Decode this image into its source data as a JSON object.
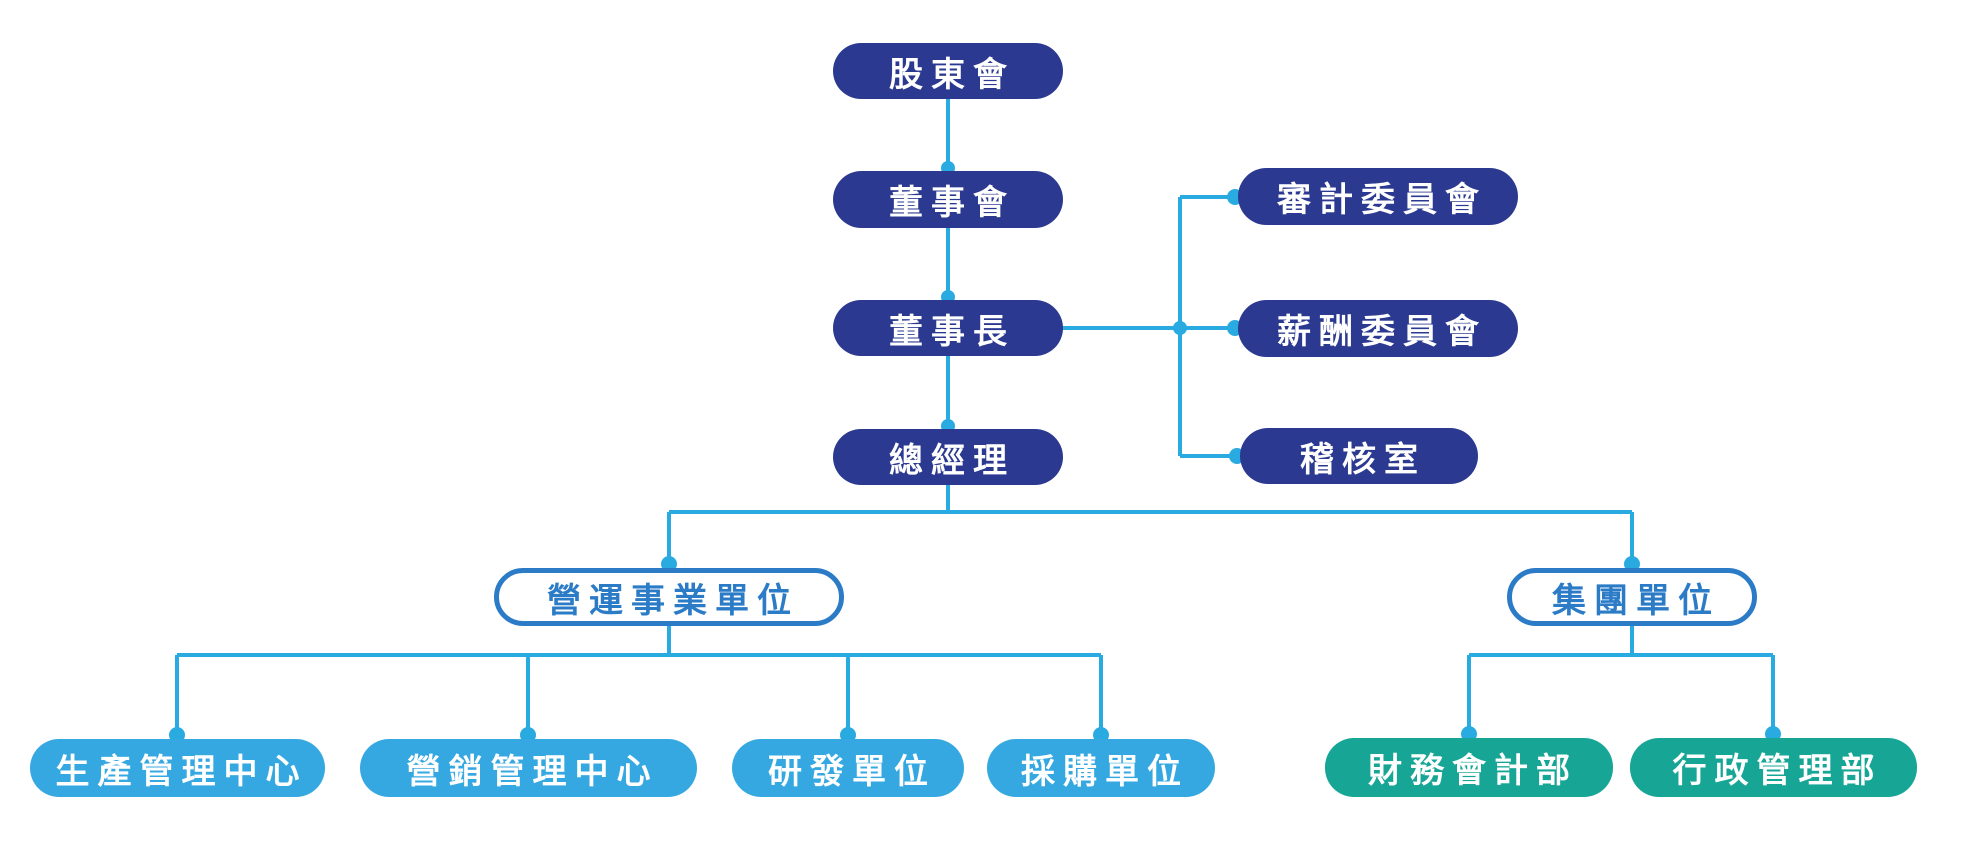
{
  "diagram": {
    "type": "org-chart",
    "background": "#ffffff",
    "colors": {
      "navy_pill": "#2B3990",
      "outline_pill": "#2B7BC7",
      "light_blue_pill": "#35A8E1",
      "teal_pill": "#17A695",
      "connector": "#29ABE2",
      "pill_text_on_dark": "#FFFFFF"
    },
    "nodes": {
      "shareholders": {
        "label": "股東會",
        "style": "navy"
      },
      "board": {
        "label": "董事會",
        "style": "navy"
      },
      "chairman": {
        "label": "董事長",
        "style": "navy"
      },
      "general_manager": {
        "label": "總經理",
        "style": "navy"
      },
      "audit_committee": {
        "label": "審計委員會",
        "style": "navy"
      },
      "compensation_committee": {
        "label": "薪酬委員會",
        "style": "navy"
      },
      "audit_office": {
        "label": "稽核室",
        "style": "navy"
      },
      "operating_business_units": {
        "label": "營運事業單位",
        "style": "outline"
      },
      "group_units": {
        "label": "集團單位",
        "style": "outline"
      },
      "production_center": {
        "label": "生產管理中心",
        "style": "lightblue"
      },
      "marketing_center": {
        "label": "營銷管理中心",
        "style": "lightblue"
      },
      "rd_unit": {
        "label": "研發單位",
        "style": "lightblue"
      },
      "procurement_unit": {
        "label": "採購單位",
        "style": "lightblue"
      },
      "finance_accounting_dept": {
        "label": "財務會計部",
        "style": "teal"
      },
      "admin_management_dept": {
        "label": "行政管理部",
        "style": "teal"
      }
    },
    "edges": [
      [
        "shareholders",
        "board"
      ],
      [
        "board",
        "chairman"
      ],
      [
        "chairman",
        "audit_committee"
      ],
      [
        "chairman",
        "compensation_committee"
      ],
      [
        "chairman",
        "audit_office"
      ],
      [
        "chairman",
        "general_manager"
      ],
      [
        "general_manager",
        "operating_business_units"
      ],
      [
        "general_manager",
        "group_units"
      ],
      [
        "operating_business_units",
        "production_center"
      ],
      [
        "operating_business_units",
        "marketing_center"
      ],
      [
        "operating_business_units",
        "rd_unit"
      ],
      [
        "operating_business_units",
        "procurement_unit"
      ],
      [
        "group_units",
        "finance_accounting_dept"
      ],
      [
        "group_units",
        "admin_management_dept"
      ]
    ]
  }
}
